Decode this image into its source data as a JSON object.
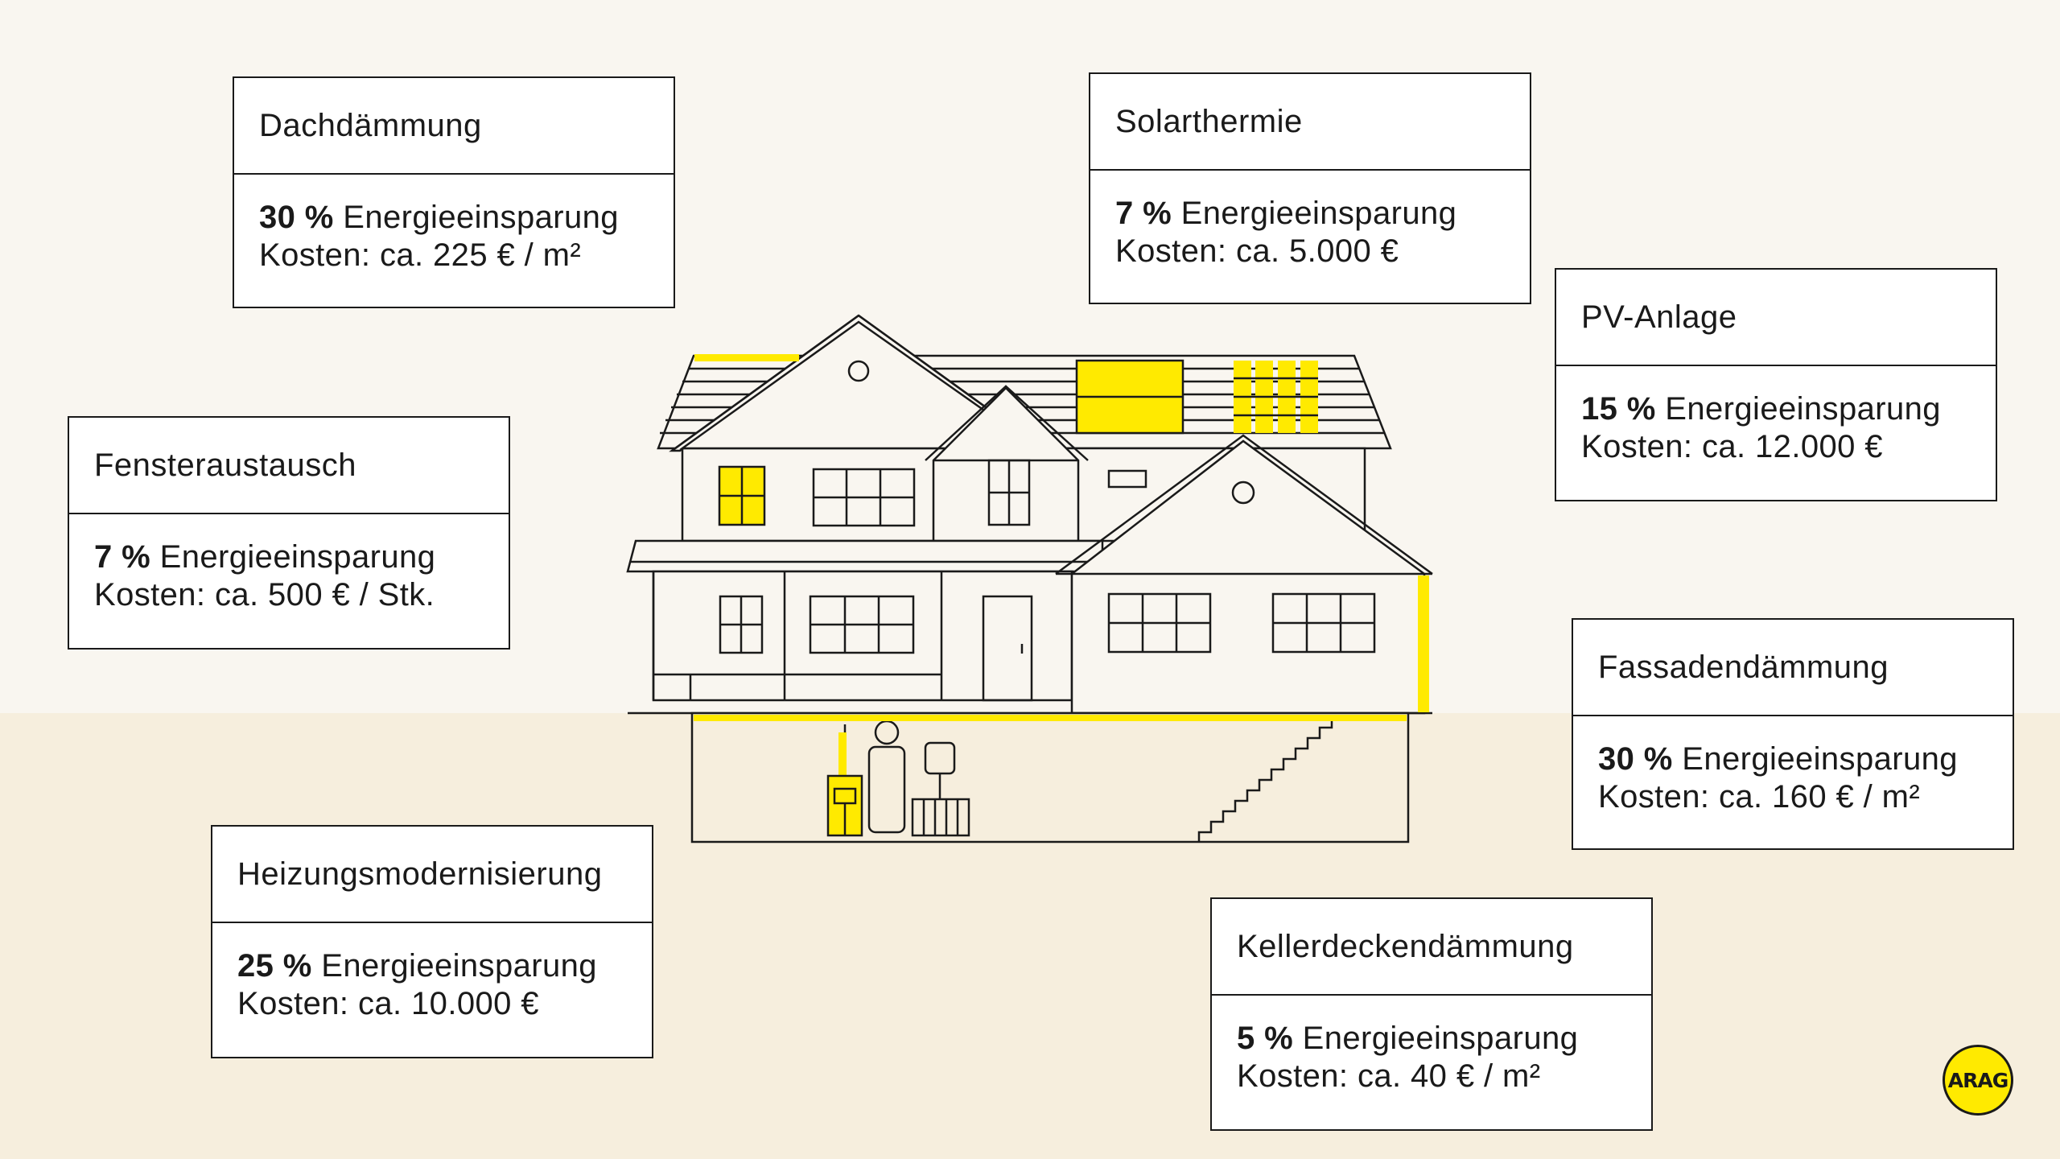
{
  "cards": [
    {
      "id": "dach",
      "title": "Dachdämmung",
      "percent": "30 %",
      "saving_label": "Energieeinsparung",
      "cost": "Kosten: ca. 225 € / m²"
    },
    {
      "id": "solar",
      "title": "Solarthermie",
      "percent": "7 %",
      "saving_label": "Energieeinsparung",
      "cost": "Kosten: ca. 5.000 €"
    },
    {
      "id": "pv",
      "title": "PV-Anlage",
      "percent": "15 %",
      "saving_label": "Energieeinsparung",
      "cost": "Kosten: ca. 12.000 €"
    },
    {
      "id": "fenster",
      "title": "Fensteraustausch",
      "percent": "7 %",
      "saving_label": "Energieeinsparung",
      "cost": "Kosten: ca. 500 € / Stk."
    },
    {
      "id": "fassade",
      "title": "Fassadendämmung",
      "percent": "30 %",
      "saving_label": "Energieeinsparung",
      "cost": "Kosten: ca. 160 € / m²"
    },
    {
      "id": "heizung",
      "title": "Heizungsmodernisierung",
      "percent": "25 %",
      "saving_label": "Energieeinsparung",
      "cost": "Kosten: ca. 10.000 €"
    },
    {
      "id": "keller",
      "title": "Kellerdeckendämmung",
      "percent": "5 %",
      "saving_label": "Energieeinsparung",
      "cost": "Kosten: ca. 40 € / m²"
    }
  ],
  "logo": {
    "text": "ARAG"
  },
  "colors": {
    "highlight": "#ffea00",
    "line": "#1a1a1a",
    "background_upper": "#f9f6f0",
    "background_lower": "#f6eedd"
  }
}
